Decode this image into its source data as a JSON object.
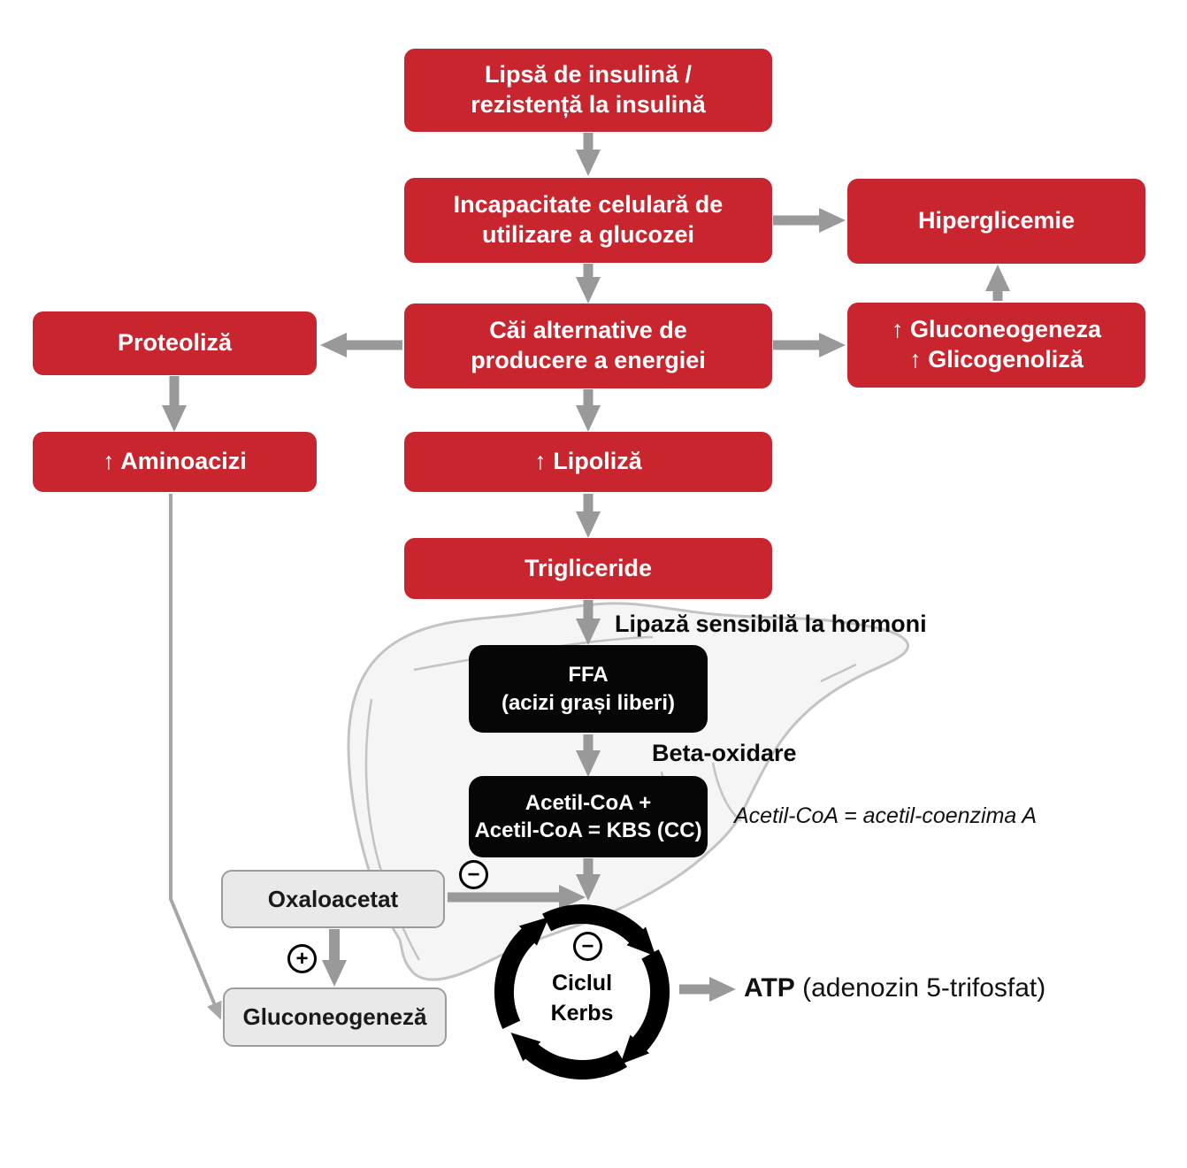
{
  "boxes": {
    "insulin": "Lipsă de insulină /\nrezistență la insulină",
    "incapacitate": "Incapacitate celulară de\nutilizare a glucozei",
    "hiperglicemie": "Hiperglicemie",
    "cai_alternative": "Căi alternative de\nproducere a energiei",
    "proteoliza": "Proteoliză",
    "gluconeogeneza_glicogenoliza": "↑ Gluconeogeneza\n↑ Glicogenoliză",
    "aminoacizi": "↑ Aminoacizi",
    "lipoliza": "↑ Lipoliză",
    "trigliceride": "Trigliceride",
    "ffa": "FFA\n(acizi grași liberi)",
    "acetil_coa": "Acetil-CoA +\nAcetil-CoA = KBS (CC)",
    "oxaloacetat": "Oxaloacetat",
    "gluconeogeneza": "Gluconeogeneză"
  },
  "labels": {
    "lipaza": "Lipază sensibilă la hormoni",
    "beta_oxidare": "Beta-oxidare",
    "acetil_note": "Acetil-CoA = acetil-coenzima A",
    "krebs_cycle": "Ciclul\nKerbs",
    "atp": "ATP",
    "atp_suffix": " (adenozin 5-trifosfat)",
    "minus_sign": "−",
    "plus_sign": "+"
  },
  "colors": {
    "node_red": "#C8252E",
    "node_black": "#060606",
    "node_gray_bg": "#e9e9e9",
    "node_gray_border": "#9c9c9c",
    "arrow_gray": "#999999",
    "thin_line_gray": "#a6a6a6",
    "liver_outline": "#c3c3c3",
    "liver_fill": "#f5f5f5",
    "text_white": "#ffffff",
    "text_black": "#0a0a0a"
  }
}
